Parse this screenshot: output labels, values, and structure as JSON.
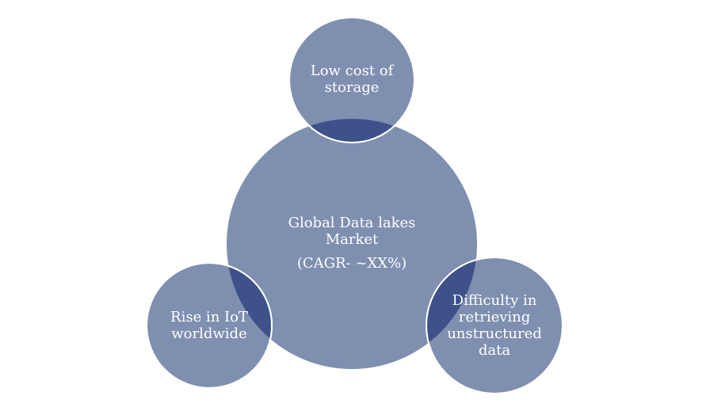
{
  "colors": {
    "circle_fill": "#7f8fb0",
    "overlap_fill": "#3e5189",
    "outline": "#ffffff",
    "text": "#ffffff",
    "background": "#ffffff"
  },
  "diagram": {
    "center": {
      "title_line1": "Global Data lakes",
      "title_line2": "Market",
      "subtitle": "(CAGR- ~XX%)"
    },
    "top": {
      "line1": "Low cost of",
      "line2": "storage"
    },
    "left": {
      "line1": "Rise in IoT",
      "line2": "worldwide"
    },
    "right": {
      "line1": "Difficulty in",
      "line2": "retrieving",
      "line3": "unstructured",
      "line4": "data"
    }
  }
}
